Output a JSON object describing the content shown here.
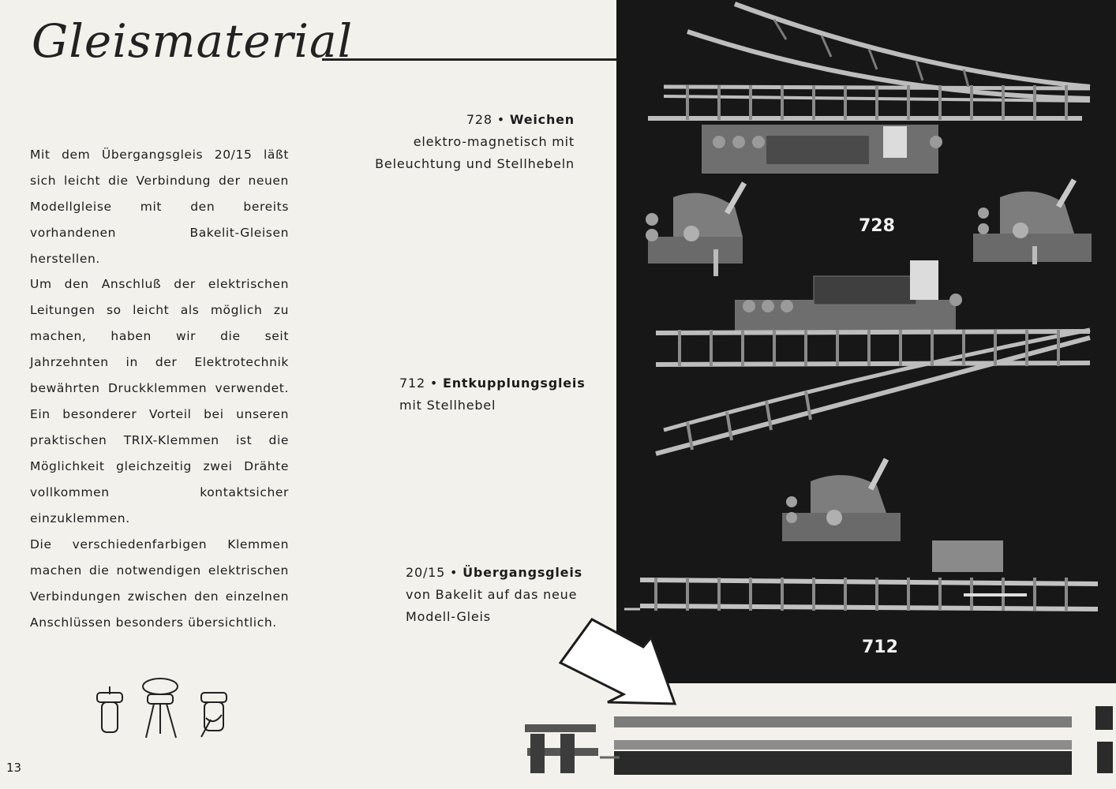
{
  "title": "Gleismaterial",
  "paragraphs": [
    "Mit dem Übergangsgleis 20/15 läßt sich leicht die Verbindung der neuen Modellgleise mit den bereits vorhandenen Bakelit-Gleisen herstellen.",
    "Um den Anschluß der elektrischen Leitungen so leicht als möglich zu machen, haben wir die seit Jahrzehnten in der Elektrotechnik bewährten Druckklemmen verwendet. Ein besonderer Vorteil bei unseren praktischen TRIX-Klemmen ist die Möglichkeit gleichzeitig zwei Drähte vollkommen kontaktsicher einzuklemmen.",
    "Die verschiedenfarbigen Klemmen machen die notwendigen elektrischen Verbindungen zwischen den einzelnen Anschlüssen besonders übersichtlich."
  ],
  "captions": [
    {
      "number": "728",
      "name": "Weichen",
      "lines": [
        "elektro-magnetisch mit",
        "Beleuchtung und Stellhebeln"
      ]
    },
    {
      "number": "712",
      "name": "Entkupplungsgleis",
      "lines": [
        "mit Stellhebel"
      ]
    },
    {
      "number": "20/15",
      "name": "Übergangsgleis",
      "lines": [
        "von Bakelit auf das neue",
        "Modell-Gleis"
      ]
    }
  ],
  "photo_labels": {
    "label_728": "728",
    "label_712": "712"
  },
  "separator": "•",
  "page_number": "13",
  "colors": {
    "paper": "#f3f1ec",
    "ink": "#1c1c1c",
    "photo_bg": "#171717"
  }
}
